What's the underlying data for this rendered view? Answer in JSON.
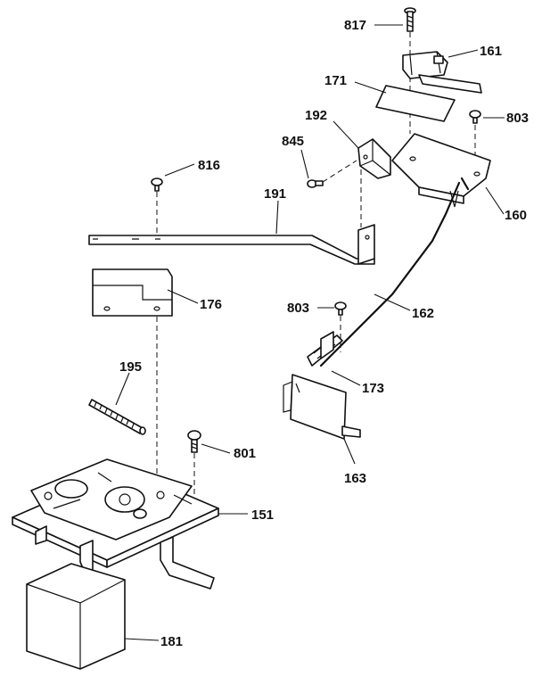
{
  "parts": {
    "p817": "817",
    "p161": "161",
    "p171": "171",
    "p803a": "803",
    "p192": "192",
    "p845": "845",
    "p160": "160",
    "p816": "816",
    "p191": "191",
    "p176": "176",
    "p803b": "803",
    "p162": "162",
    "p173": "173",
    "p195": "195",
    "p801": "801",
    "p163": "163",
    "p151": "151",
    "p181": "181"
  }
}
